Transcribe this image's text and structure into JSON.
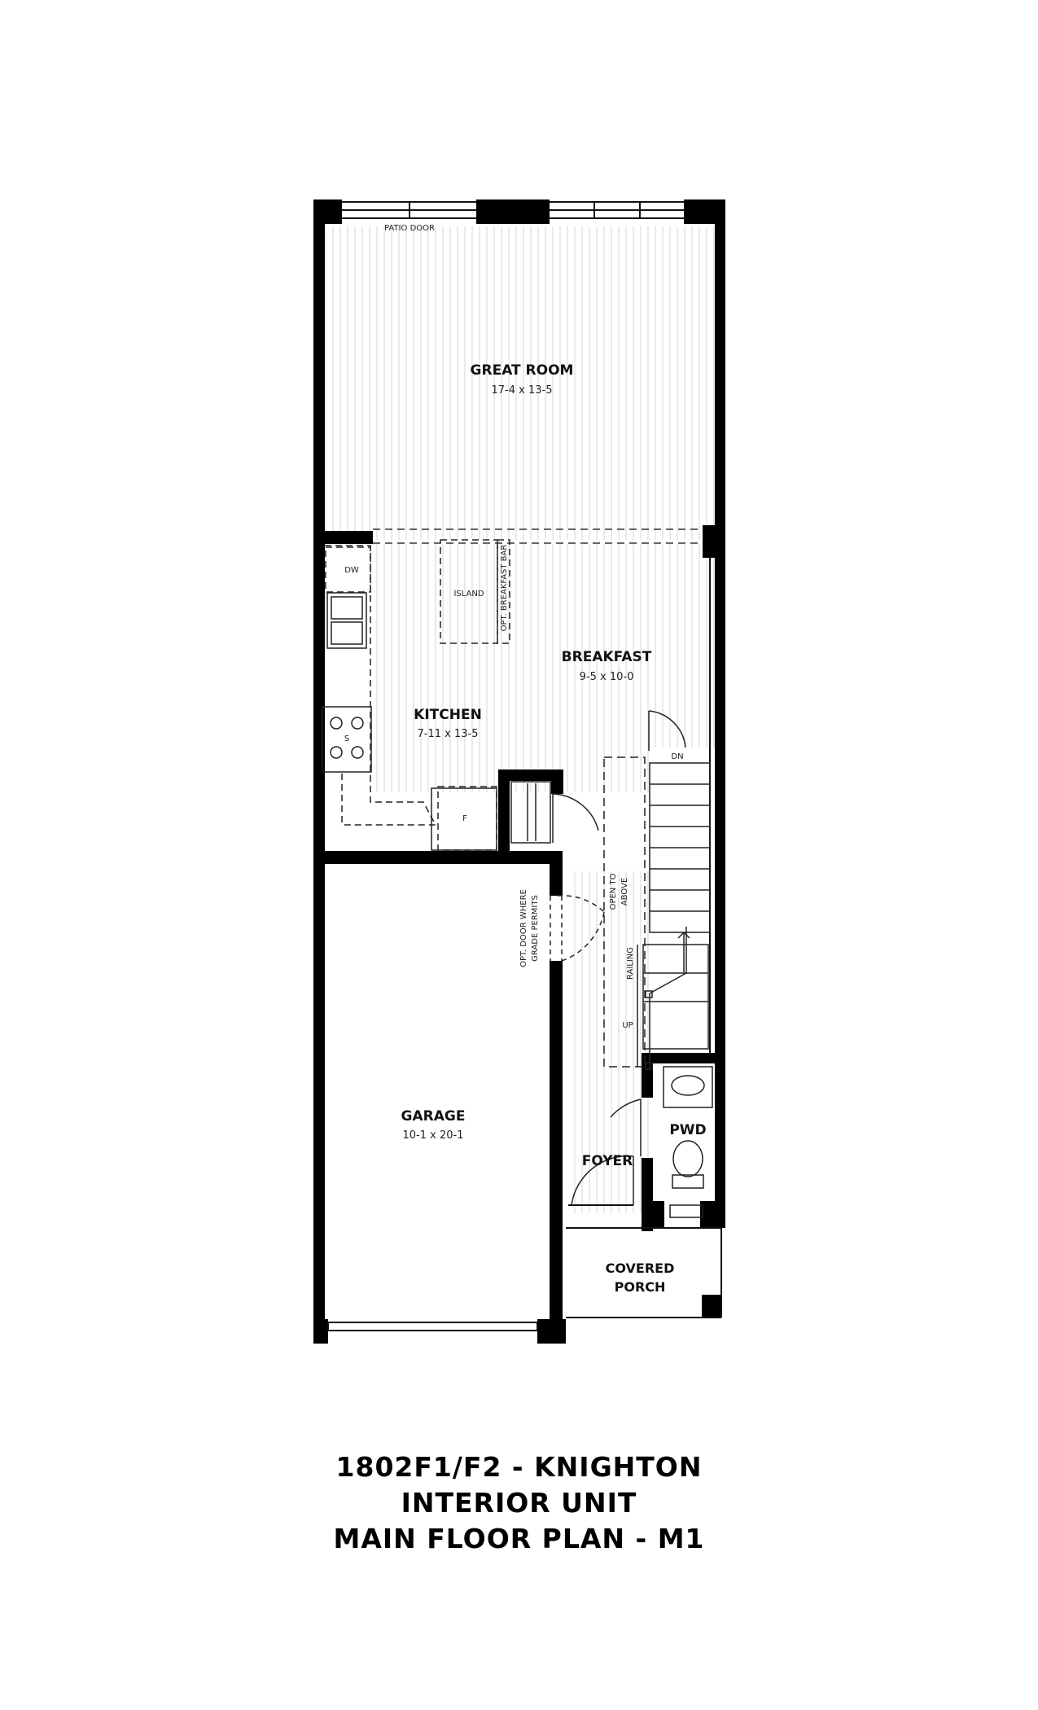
{
  "plan": {
    "title_lines": [
      "1802F1/F2 - KNIGHTON",
      "INTERIOR UNIT",
      "MAIN FLOOR PLAN - M1"
    ],
    "rooms": {
      "great_room": {
        "name": "GREAT ROOM",
        "dim": "17-4 x 13-5"
      },
      "breakfast": {
        "name": "BREAKFAST",
        "dim": "9-5 x 10-0"
      },
      "kitchen": {
        "name": "KITCHEN",
        "dim": "7-11 x 13-5"
      },
      "garage": {
        "name": "GARAGE",
        "dim": "10-1 x 20-1"
      },
      "foyer": {
        "name": "FOYER"
      },
      "pwd": {
        "name": "PWD"
      },
      "covered_porch": {
        "name_line1": "COVERED",
        "name_line2": "PORCH"
      }
    },
    "labels": {
      "patio_door": "PATIO DOOR",
      "dw": "DW",
      "island": "ISLAND",
      "opt_breakfast_bar": "OPT. BREAKFAST BAR",
      "stove": "S",
      "fridge": "F",
      "dn": "DN",
      "up": "UP",
      "railing": "RAILING",
      "open_to_above_1": "OPEN TO",
      "open_to_above_2": "ABOVE",
      "opt_door_1": "OPT. DOOR WHERE",
      "opt_door_2": "GRADE PERMITS"
    }
  }
}
